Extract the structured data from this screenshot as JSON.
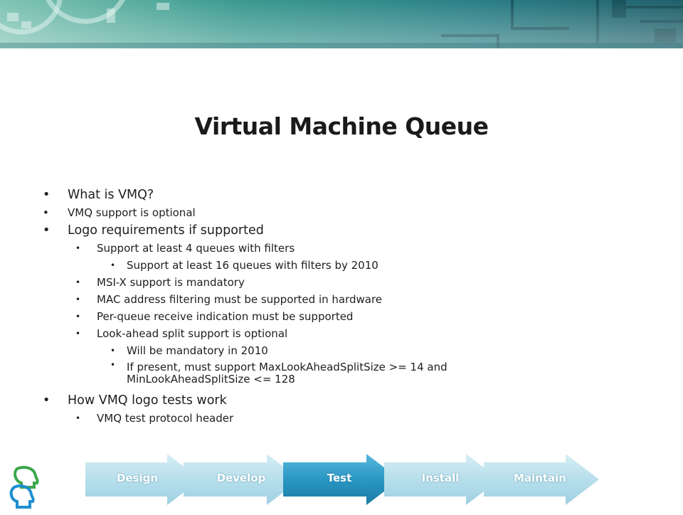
{
  "slide": {
    "title": "Virtual Machine Queue",
    "bullets": [
      {
        "level": 1,
        "text": "What is VMQ?"
      },
      {
        "level": 1,
        "text": "VMQ support is optional"
      },
      {
        "level": 1,
        "text": "Logo requirements if supported"
      },
      {
        "level": 2,
        "text": "Support at least 4 queues with filters"
      },
      {
        "level": 3,
        "text": "Support at least 16 queues with filters by 2010"
      },
      {
        "level": 2,
        "text": "MSI-X support is mandatory"
      },
      {
        "level": 2,
        "text": "MAC address filtering must be supported in hardware"
      },
      {
        "level": 2,
        "text": "Per-queue receive indication must be supported"
      },
      {
        "level": 2,
        "text": "Look-ahead split support is optional"
      },
      {
        "level": 3,
        "text": "Will be mandatory in 2010"
      },
      {
        "level": 3,
        "text": "If present, must support MaxLookAheadSplitSize  >= 14 and MinLookAheadSplitSize  <= 128"
      },
      {
        "level": 1,
        "text": "How VMQ logo tests work"
      },
      {
        "level": 2,
        "text": "VMQ test protocol header"
      }
    ],
    "bullet_glyph": "•"
  },
  "process": {
    "steps": [
      "Design",
      "Develop",
      "Test",
      "Install",
      "Maintain"
    ],
    "active_step": "Test"
  },
  "colors": {
    "banner": "#2e8a8f",
    "arrow_light": "#bfe3ee",
    "arrow_active": "#2a97c4",
    "logo_green": "#3aa64a",
    "logo_blue": "#1e8fd0"
  }
}
